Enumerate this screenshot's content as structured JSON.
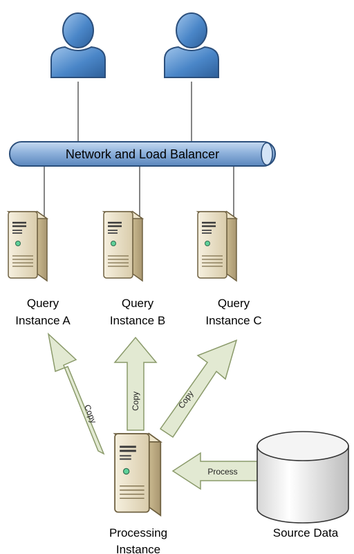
{
  "network": {
    "label": "Network and Load Balancer"
  },
  "query_instances": [
    {
      "line1": "Query",
      "line2": "Instance A"
    },
    {
      "line1": "Query",
      "line2": "Instance B"
    },
    {
      "line1": "Query",
      "line2": "Instance C"
    }
  ],
  "copy_arrows": [
    {
      "label": "Copy"
    },
    {
      "label": "Copy"
    },
    {
      "label": "Copy"
    }
  ],
  "process_arrow": {
    "label": "Process"
  },
  "processing_instance": {
    "line1": "Processing",
    "line2": "Instance"
  },
  "source_data": {
    "label": "Source Data"
  },
  "colors": {
    "user_fill": "#4a86c8",
    "pipe_fill": "#7aa3d4",
    "server_fill": "#e6dcc2",
    "arrow_fill": "#e3ead3",
    "disk_fill": "#e9e9e9"
  }
}
